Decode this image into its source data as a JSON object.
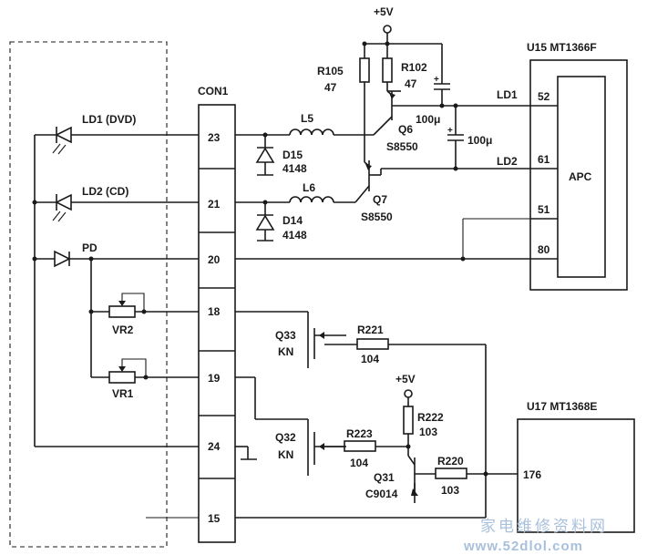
{
  "supply": {
    "top": "+5V",
    "mid": "+5V"
  },
  "connector": {
    "name": "CON1",
    "pins": [
      "23",
      "21",
      "20",
      "18",
      "19",
      "24",
      "15"
    ]
  },
  "ics": {
    "u15": {
      "name": "U15 MT1366F",
      "block": "APC",
      "pins": [
        "52",
        "61",
        "51",
        "80"
      ]
    },
    "u17": {
      "name": "U17 MT1368E",
      "pins": [
        "176"
      ]
    }
  },
  "components": {
    "ld1": "LD1 (DVD)",
    "ld2": "LD2 (CD)",
    "pd": "PD",
    "vr2": "VR2",
    "vr1": "VR1",
    "l5": "L5",
    "l6": "L6",
    "d15": "D15",
    "d15_val": "4148",
    "d14": "D14",
    "d14_val": "4148",
    "r105": "R105",
    "r105_val": "47",
    "r102": "R102",
    "r102_val": "47",
    "c1": "100μ",
    "c2": "100μ",
    "q6": "Q6",
    "q6_val": "S8550",
    "q7": "Q7",
    "q7_val": "S8550",
    "r221": "R221",
    "r221_val": "104",
    "q33": "Q33",
    "q33_val": "KN",
    "q32": "Q32",
    "q32_val": "KN",
    "r223": "R223",
    "r223_val": "104",
    "r222": "R222",
    "r222_val": "103",
    "r220": "R220",
    "r220_val": "103",
    "q31": "Q31",
    "q31_val": "C9014"
  },
  "nets": {
    "ld1": "LD1",
    "ld2": "LD2"
  },
  "watermark": {
    "line1": "家电维修资料网",
    "line2": "www.52dlol.com"
  }
}
